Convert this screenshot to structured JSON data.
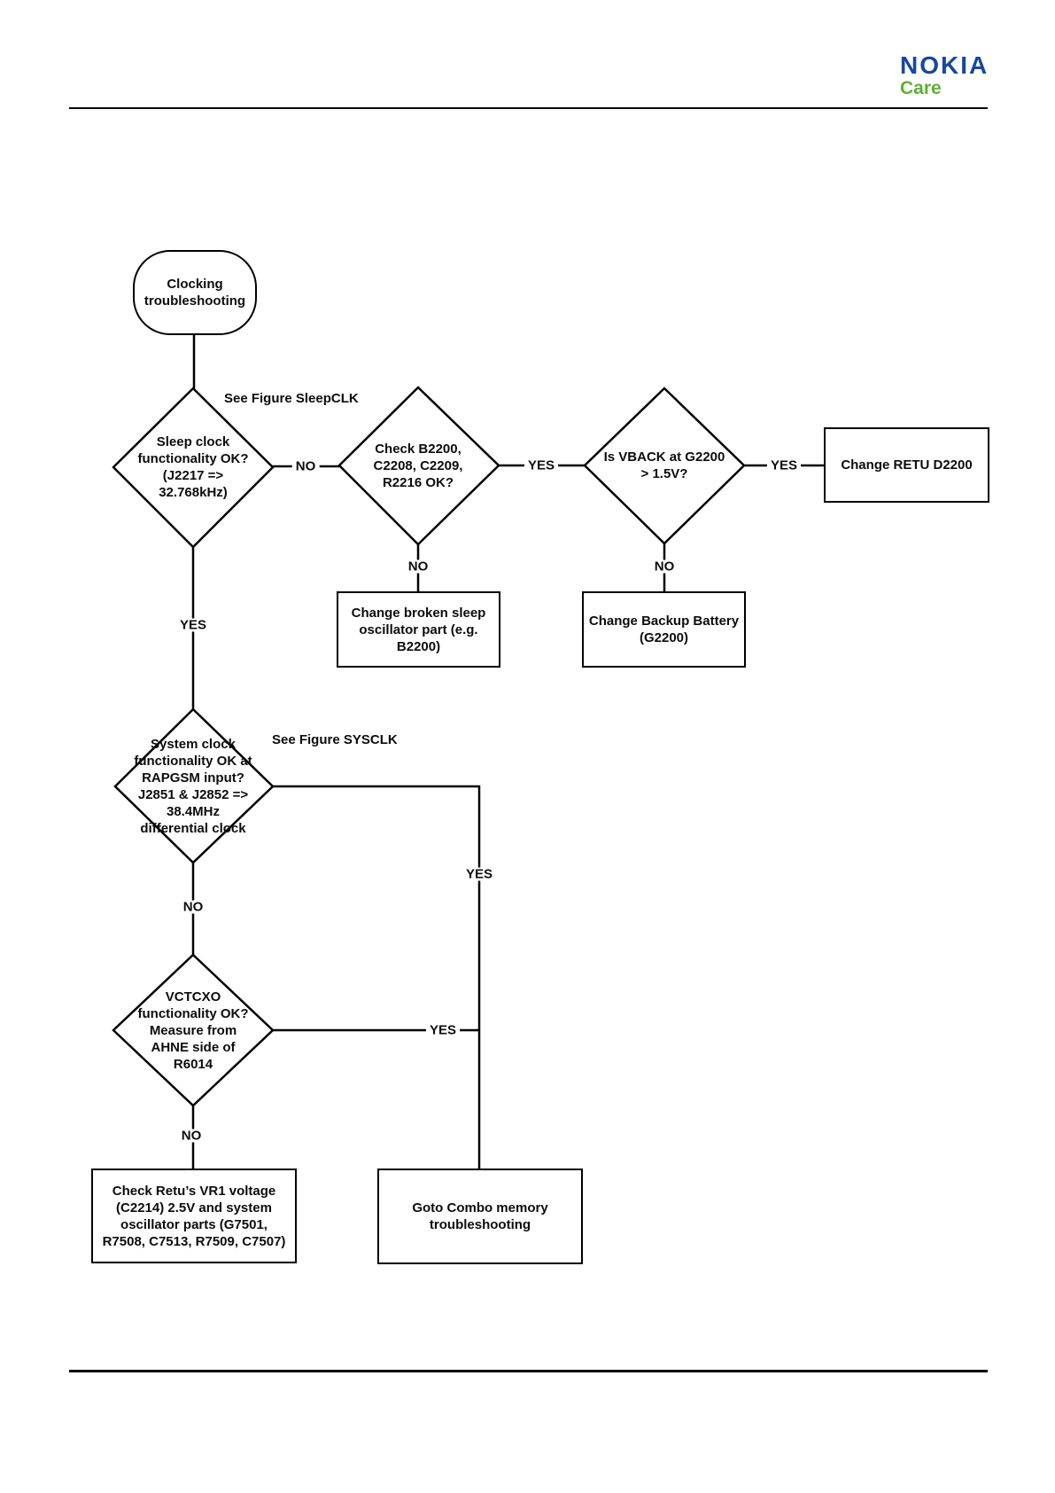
{
  "brand": {
    "name": "NOKIA",
    "sub": "Care",
    "blue": "#17489E",
    "green": "#5CB233"
  },
  "annotations": {
    "sleepclk": "See Figure SleepCLK",
    "sysclk": "See Figure SYSCLK"
  },
  "nodes": {
    "start": "Clocking\ntroubleshooting",
    "sleep": "Sleep clock\nfunctionality OK?\n(J2217 =>\n32.768kHz)",
    "check": "Check B2200,\nC2208, C2209,\nR2216 OK?",
    "vback": "Is VBACK at G2200\n> 1.5V?",
    "retu": "Change RETU D2200",
    "osc": "Change broken sleep\noscillator part (e.g.\nB2200)",
    "batt": "Change Backup Battery\n(G2200)",
    "sys": "System clock\nfunctionality OK at\nRAPGSM input?\nJ2851 & J2852 =>\n38.4MHz\ndifferential clock",
    "vctcxo": "VCTCXO\nfunctionality OK?\nMeasure from\nAHNE side of\nR6014",
    "vr1": "Check Retu’s VR1 voltage\n(C2214) 2.5V and system\noscillator parts (G7501,\nR7508, C7513, R7509, C7507)",
    "combo": "Goto Combo memory\ntroubleshooting"
  },
  "edge_labels": {
    "sleep_no": "NO",
    "sleep_yes": "YES",
    "check_yes": "YES",
    "check_no": "NO",
    "vback_yes": "YES",
    "vback_no": "NO",
    "sys_yes": "YES",
    "sys_no": "NO",
    "vctcxo_yes": "YES",
    "vctcxo_no": "NO"
  }
}
